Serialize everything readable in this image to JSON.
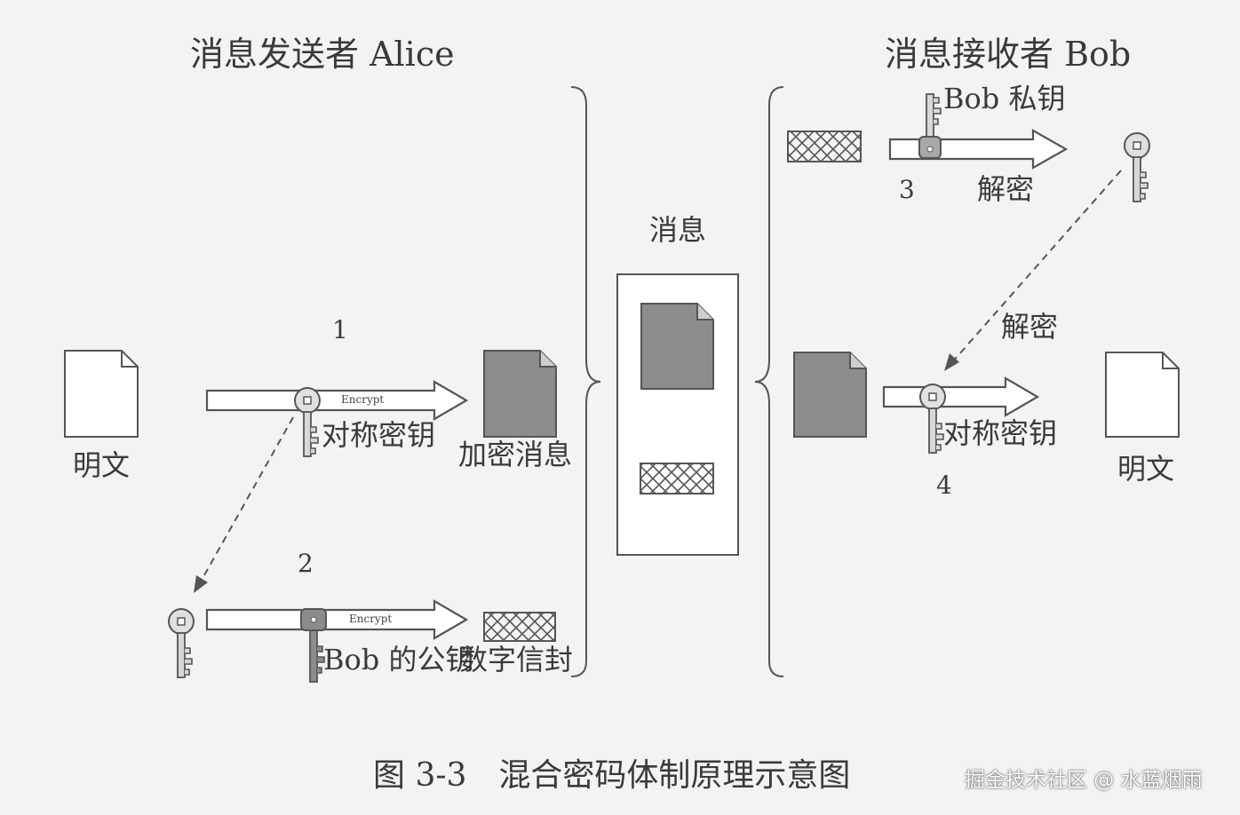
{
  "sender_title": "消息发送者 Alice",
  "receiver_title": "消息接收者 Bob",
  "middle_title": "消息",
  "steps": [
    "1",
    "2",
    "3",
    "4"
  ],
  "alice": {
    "plaintext_label": "明文",
    "symmetric_key_label": "对称密钥",
    "encrypt_tag_1": "Encrypt",
    "encrypted_msg_label": "加密消息",
    "bob_public_key_label": "Bob 的公钥",
    "encrypt_tag_2": "Encrypt",
    "envelope_label": "数字信封"
  },
  "bob": {
    "private_key_label": "Bob 私钥",
    "decrypt_label_1": "解密",
    "decrypt_label_2": "解密",
    "symmetric_key_label": "对称密钥",
    "plaintext_label": "明文"
  },
  "caption": "图 3-3　混合密码体制原理示意图",
  "watermark": "掘金技术社区 @ 水蓝烟雨",
  "colors": {
    "doc_gray": "#8c8c8c",
    "line": "#555555",
    "background": "#f3f3f1"
  }
}
